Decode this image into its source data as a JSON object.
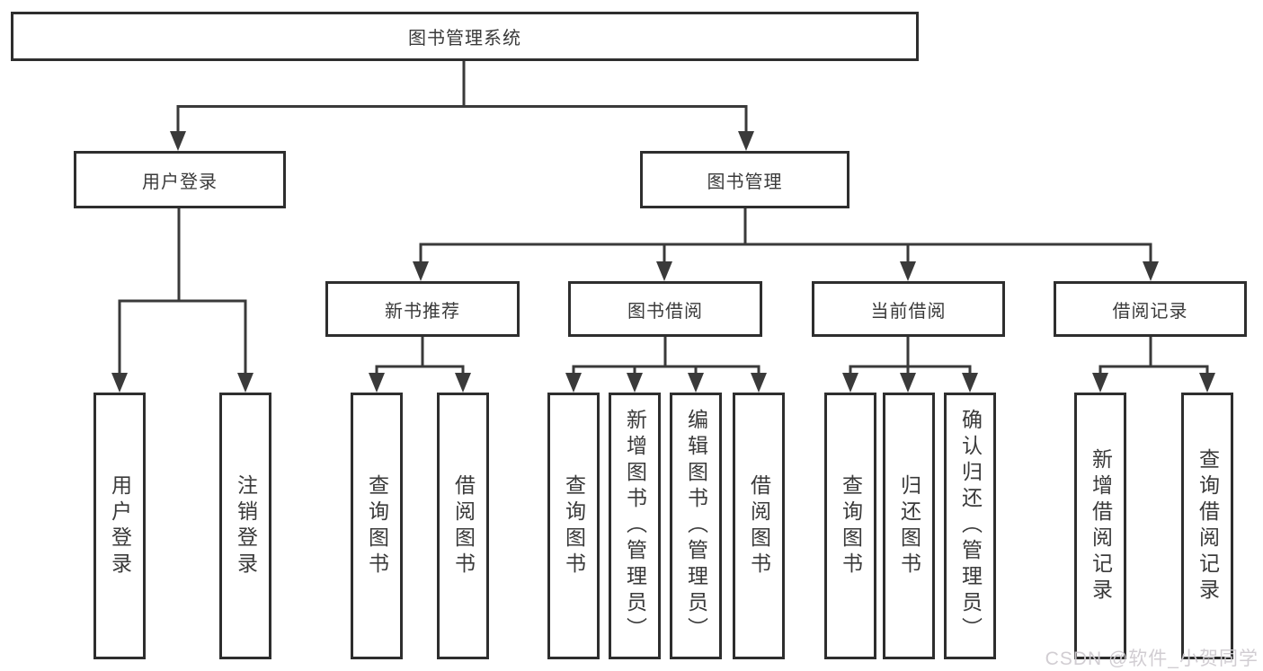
{
  "tree": {
    "root": {
      "label": "图书管理系统"
    },
    "branches": [
      {
        "label": "用户登录",
        "children": [
          {
            "label": "用户登录"
          },
          {
            "label": "注销登录"
          }
        ]
      },
      {
        "label": "图书管理",
        "groups": [
          {
            "label": "新书推荐",
            "children": [
              {
                "label": "查询图书"
              },
              {
                "label": "借阅图书"
              }
            ]
          },
          {
            "label": "图书借阅",
            "children": [
              {
                "label": "查询图书"
              },
              {
                "label": "新增图书（管理员）"
              },
              {
                "label": "编辑图书（管理员）"
              },
              {
                "label": "借阅图书"
              }
            ]
          },
          {
            "label": "当前借阅",
            "children": [
              {
                "label": "查询图书"
              },
              {
                "label": "归还图书"
              },
              {
                "label": "确认归还（管理员）"
              }
            ]
          },
          {
            "label": "借阅记录",
            "children": [
              {
                "label": "新增借阅记录"
              },
              {
                "label": "查询借阅记录"
              }
            ]
          }
        ]
      }
    ]
  },
  "watermark": {
    "text": "CSDN @软件_小贺同学"
  },
  "colors": {
    "background": "#ffffff",
    "box_border": "#2e2e2e",
    "line": "#3a3a3a",
    "text": "#3a3a3a",
    "watermark": "#cfcbd0"
  }
}
